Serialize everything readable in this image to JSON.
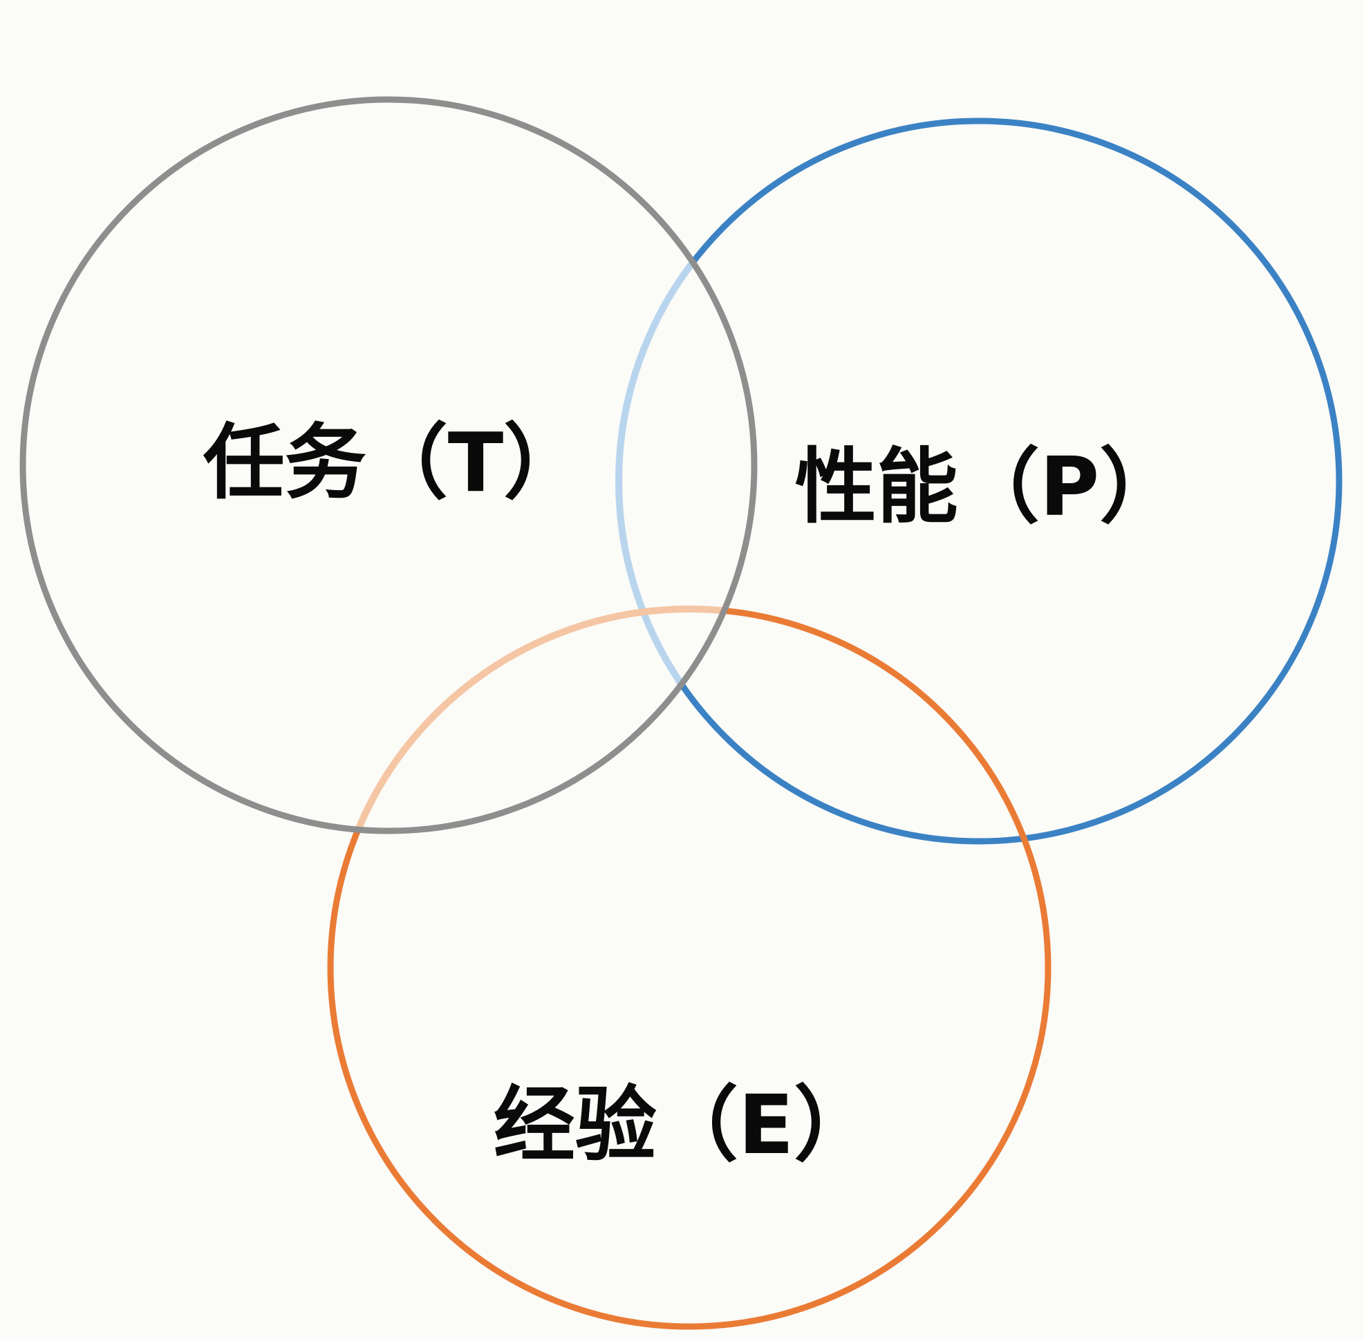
{
  "diagram": {
    "type": "venn-3",
    "sets": [
      {
        "id": "task",
        "label": "任务（T）",
        "color": "#8e8e8e"
      },
      {
        "id": "performance",
        "label": "性能（P）",
        "color": "#3b82c4"
      },
      {
        "id": "experience",
        "label": "经验（E）",
        "color": "#ea7b35"
      }
    ],
    "overlap_colors": {
      "performance_in_task": "#b9d5ee",
      "experience_in_task": "#f5c6a4"
    }
  }
}
